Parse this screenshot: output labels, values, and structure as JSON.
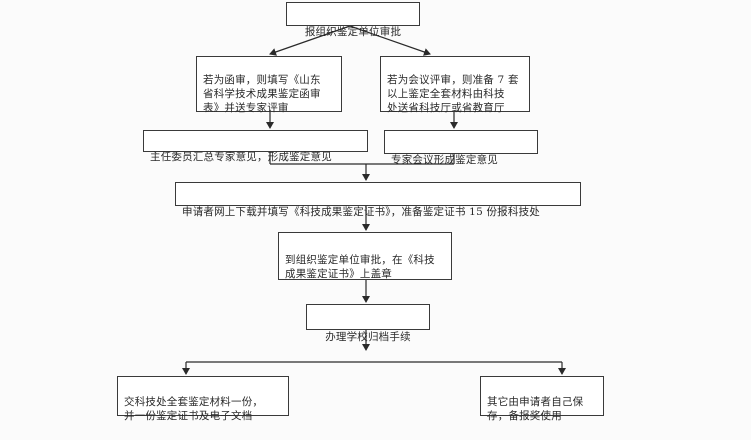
{
  "flowchart": {
    "top": "报组织鉴定单位审批",
    "left_branch": "若为函审，则填写《山东\n省科学技术成果鉴定函审\n表》并送专家评审",
    "right_branch": "若为会议评审，则准备 7 套\n以上鉴定全套材料由科技\n处送省科技厅或省教育厅",
    "left_result": "主任委员汇总专家意见，形成鉴定意见",
    "right_result": "专家会议形成鉴定意见",
    "download": "申请者网上下载并填写《科技成果鉴定证书》，准备鉴定证书 15 份报科技处",
    "stamp": "到组织鉴定单位审批，在《科技\n成果鉴定证书》上盖章",
    "archive": "办理学校归档手续",
    "bottom_left": "交科技处全套鉴定材料一份，\n并一份鉴定证书及电子文档",
    "bottom_right": "其它由申请者自己保\n存，备报奖使用"
  }
}
